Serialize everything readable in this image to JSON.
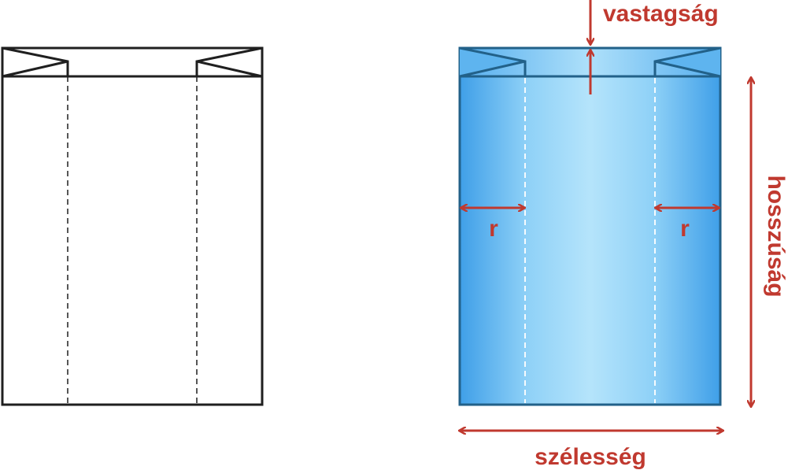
{
  "labels": {
    "thickness": "vastagság",
    "length": "hosszúság",
    "width": "szélesség",
    "gusset_left": "r",
    "gusset_right": "r"
  },
  "colors": {
    "outline": "#1f1f1f",
    "bag_edge": "#3f9fe8",
    "bag_center": "#b5e4fb",
    "bag_stroke": "#226189",
    "dimension": "#c0392f"
  }
}
